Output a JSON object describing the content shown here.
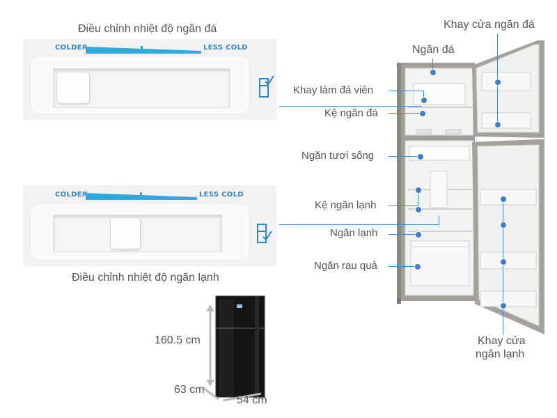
{
  "freezer_control": {
    "caption": "Điều chỉnh nhiệt độ ngăn đá",
    "colder": "COLDER",
    "less_cold": "LESS COLD",
    "slider_level": 0.1
  },
  "fridge_control": {
    "caption": "Điều chỉnh nhiệt độ ngăn lạnh",
    "colder": "COLDER",
    "less_cold": "LESS COLD",
    "slider_level": 0.5
  },
  "dimensions": {
    "height": "160.5 cm",
    "depth": "63 cm",
    "width": "54 cm"
  },
  "labels": {
    "freezer_door_tray": "Khay cửa ngăn đá",
    "freezer": "Ngăn đá",
    "ice_tray": "Khay làm đá viên",
    "freezer_shelf": "Kệ ngăn đá",
    "fresh_compartment": "Ngăn tươi sống",
    "fridge_shelf": "Kệ ngăn lạnh",
    "fridge": "Ngăn lạnh",
    "vegetable_drawer": "Ngăn rau quả",
    "fridge_door_tray_line1": "Khay cửa",
    "fridge_door_tray_line2": "ngăn lạnh"
  },
  "colors": {
    "accent": "#3a7fd5",
    "scale_blue": "#2f86c9",
    "fridge_body": "#9a9a92",
    "product_black": "#111111"
  }
}
